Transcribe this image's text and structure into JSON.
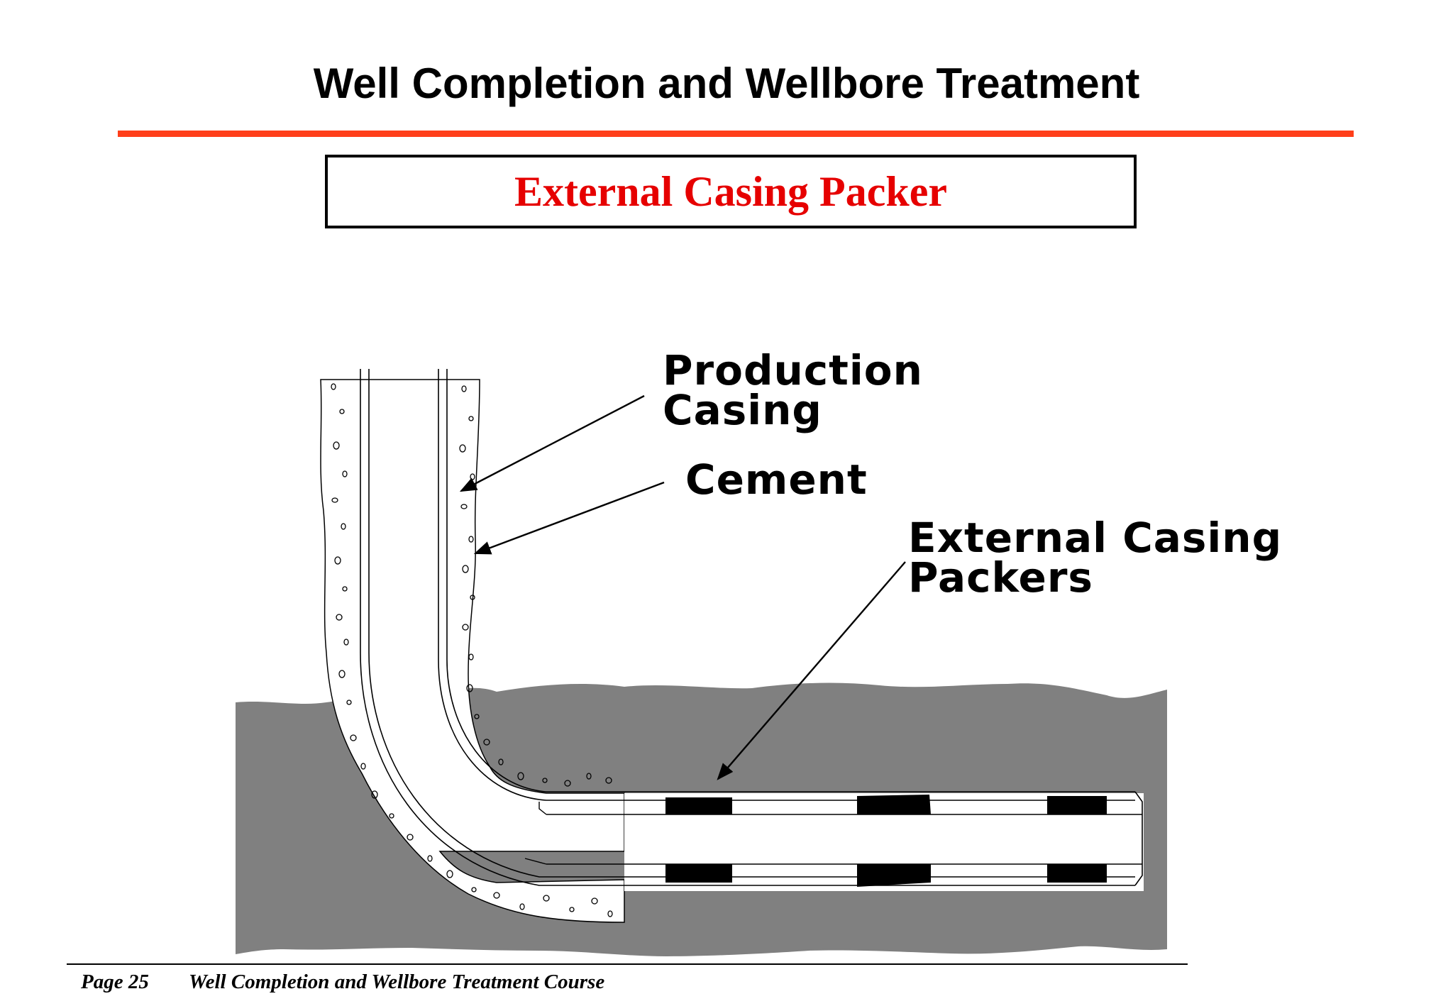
{
  "header": {
    "title": "Well Completion and Wellbore Treatment",
    "accent_color": "#ff3f1a"
  },
  "subtitle": {
    "text": "External Casing Packer",
    "color": "#e60000"
  },
  "diagram": {
    "labels": {
      "production_casing_line1": "Production",
      "production_casing_line2": "Casing",
      "cement": "Cement",
      "packers_line1": "External Casing",
      "packers_line2": "Packers"
    },
    "colors": {
      "formation": "#808080",
      "packer": "#000000",
      "wellbore": "#ffffff"
    }
  },
  "footer": {
    "page": "Page 25",
    "course": "Well Completion and Wellbore Treatment Course"
  }
}
